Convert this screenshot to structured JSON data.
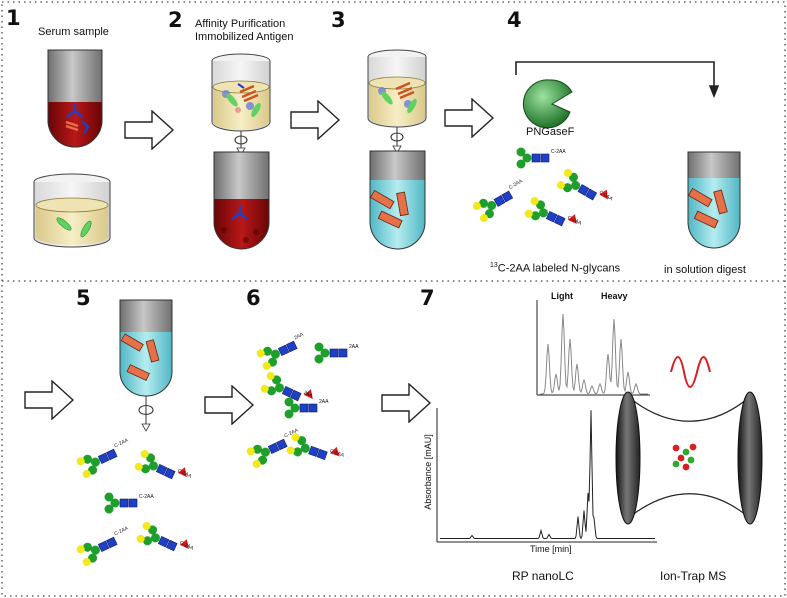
{
  "steps": [
    "1",
    "2",
    "3",
    "4",
    "5",
    "6",
    "7"
  ],
  "labels": {
    "serum_sample": "Serum sample",
    "affinity_line1": "Affinity Purification",
    "affinity_line2": "Immobilized Antigen",
    "pngasef": "PNGaseF",
    "labeled_glycans_sup": "13",
    "labeled_glycans": "C-2AA labeled N-glycans",
    "in_solution_digest": "in solution digest",
    "light": "Light",
    "heavy": "Heavy",
    "y_axis": "Absorbance [mAU]",
    "x_axis": "Time [min]",
    "rp_nanolc": "RP nanoLC",
    "ion_trap": "Ion-Trap MS",
    "c2aa": "C-2AA",
    "twoaa": "2AA"
  },
  "colors": {
    "tube_gray": "#8a8a8a",
    "blood_red": "#a01010",
    "liquid_blue": "#79d4dc",
    "bead_cream": "#f0e2a8",
    "glcnac_blue": "#1f3fc7",
    "mannose_green": "#1e9e2a",
    "galactose_yellow": "#f2e81a",
    "fucose_red": "#e01818",
    "antibody_orange": "#e5704a",
    "pngase_green": "#1e7d28",
    "sine_red": "#d81e1e"
  },
  "icons": [
    "arrow-right-icon",
    "tube-icon",
    "antibody-icon",
    "glycan-icon",
    "pngasef-enzyme-icon",
    "sine-wave-icon",
    "ion-trap-icon"
  ]
}
